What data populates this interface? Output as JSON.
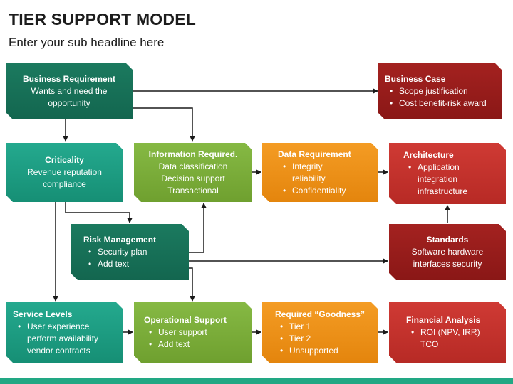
{
  "title": "TIER SUPPORT MODEL",
  "subtitle": "Enter your sub headline here",
  "colors": {
    "dark_teal": "#17705a",
    "teal": "#1fa085",
    "green": "#7bad3a",
    "orange": "#ee9218",
    "red": "#c3312c",
    "dark_red": "#98201d",
    "arrow": "#1a1a1a"
  },
  "boxes": {
    "business_requirement": {
      "head": "Business Requirement",
      "lines": [
        "Wants and need the",
        "opportunity"
      ]
    },
    "business_case": {
      "head": "Business Case",
      "bullets": [
        "Scope justification",
        "Cost benefit-risk award"
      ]
    },
    "criticality": {
      "head": "Criticality",
      "lines": [
        "Revenue reputation",
        "compliance"
      ]
    },
    "information_required": {
      "head": "Information Required.",
      "lines": [
        "Data classification",
        "Decision support",
        "Transactional"
      ]
    },
    "data_requirement": {
      "head": "Data Requirement",
      "bullets": [
        "Integrity",
        "reliability",
        "Confidentiality"
      ]
    },
    "architecture": {
      "head": "Architecture",
      "bullets": [
        "Application",
        "integration",
        "infrastructure"
      ]
    },
    "risk_management": {
      "head": "Risk Management",
      "bullets": [
        "Security plan",
        "Add text"
      ]
    },
    "standards": {
      "head": "Standards",
      "lines": [
        "Software hardware",
        "interfaces security"
      ]
    },
    "service_levels": {
      "head": "Service Levels",
      "bullets": [
        "User experience",
        "perform availability",
        "vendor contracts"
      ]
    },
    "operational_support": {
      "head": "Operational Support",
      "bullets": [
        "User support",
        "Add text"
      ]
    },
    "required_goodness": {
      "head": "Required “Goodness”",
      "bullets": [
        "Tier 1",
        "Tier 2",
        "Unsupported"
      ]
    },
    "financial_analysis": {
      "head": "Financial Analysis",
      "bullets": [
        "ROI (NPV, IRR)",
        "TCO"
      ]
    }
  }
}
